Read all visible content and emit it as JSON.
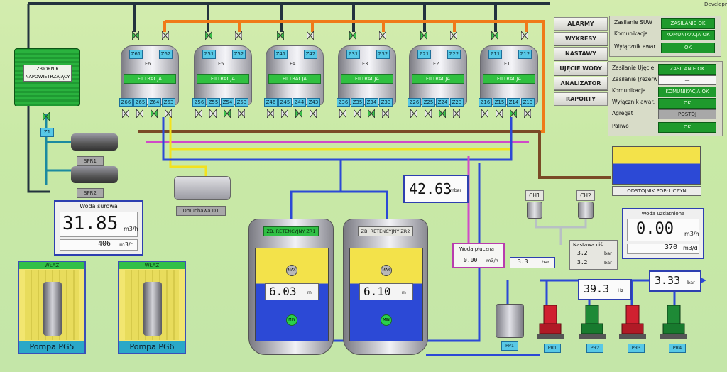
{
  "header": {
    "corner_label": "Developm"
  },
  "nav": {
    "buttons": [
      "ALARMY",
      "WYKRESY",
      "NASTAWY",
      "UJĘCIE WODY",
      "ANALIZATOR",
      "RAPORTY"
    ]
  },
  "status_suw": {
    "rows": [
      {
        "label": "Zasilanie SUW",
        "value": "ZASILANIE OK"
      },
      {
        "label": "Komunikacja",
        "value": "KOMUNIKACJA OK"
      },
      {
        "label": "Wyłącznik awar.",
        "value": "OK"
      }
    ]
  },
  "status_ujecie": {
    "rows": [
      {
        "label": "Zasilanie Ujęcie",
        "value": "ZASILANIE OK"
      },
      {
        "label": "Zasilanie (rezerwa)",
        "value": "—"
      },
      {
        "label": "Komunikacja",
        "value": "KOMUNIKACJA OK"
      },
      {
        "label": "Wyłącznik awar.",
        "value": "OK"
      },
      {
        "label": "Agregat",
        "value": "POSTÓJ"
      },
      {
        "label": "Paliwo",
        "value": "OK"
      }
    ]
  },
  "aerator_tank": {
    "label": "ZBIORNIK NAPOWIETRZAJĄCY",
    "valve_tag": "Z1"
  },
  "compressors": [
    "SPR1",
    "SPR2"
  ],
  "blower": {
    "label": "Dmuchawa D1"
  },
  "filters": [
    {
      "name": "F6",
      "label": "FILTRACJA",
      "top_tags": [
        "Z61",
        "Z62"
      ],
      "bottom_tags": [
        "Z66",
        "Z65",
        "Z64",
        "Z63"
      ]
    },
    {
      "name": "F5",
      "label": "FILTRACJA",
      "top_tags": [
        "Z51",
        "Z52"
      ],
      "bottom_tags": [
        "Z56",
        "Z55",
        "Z54",
        "Z53"
      ]
    },
    {
      "name": "F4",
      "label": "FILTRACJA",
      "top_tags": [
        "Z41",
        "Z42"
      ],
      "bottom_tags": [
        "Z46",
        "Z45",
        "Z44",
        "Z43"
      ]
    },
    {
      "name": "F3",
      "label": "FILTRACJA",
      "top_tags": [
        "Z31",
        "Z32"
      ],
      "bottom_tags": [
        "Z36",
        "Z35",
        "Z34",
        "Z33"
      ]
    },
    {
      "name": "F2",
      "label": "FILTRACJA",
      "top_tags": [
        "Z21",
        "Z22"
      ],
      "bottom_tags": [
        "Z26",
        "Z25",
        "Z24",
        "Z23"
      ]
    },
    {
      "name": "F1",
      "label": "FILTRACJA",
      "top_tags": [
        "Z11",
        "Z12"
      ],
      "bottom_tags": [
        "Z16",
        "Z15",
        "Z14",
        "Z13"
      ]
    }
  ],
  "pressure": {
    "value": "42.63",
    "unit": "mbar"
  },
  "settler": {
    "label": "ODSTOJNIK POPŁUCZYN"
  },
  "raw_water": {
    "title": "Woda surowa",
    "flow": "31.85",
    "flow_unit": "m3/h",
    "daily": "406",
    "daily_unit": "m3/d"
  },
  "treated_water": {
    "title": "Woda uzdatniona",
    "flow": "0.00",
    "flow_unit": "m3/h",
    "daily": "370",
    "daily_unit": "m3/d"
  },
  "wash_water": {
    "title": "Woda płuczna",
    "value": "0.00",
    "unit": "m3/h"
  },
  "retention_tanks": [
    {
      "label": "ZB. RETENCYJNY ZR1",
      "level": "6.03",
      "unit": "m",
      "max": "MAX",
      "min": "MIN"
    },
    {
      "label": "ZB. RETENCYJNY ZR2",
      "level": "6.10",
      "unit": "m",
      "max": "MAX",
      "min": "MIN"
    }
  ],
  "chlorine": [
    "CH1",
    "CH2"
  ],
  "pressure_set": {
    "title": "Nastawa ciś.",
    "v1": "3.2",
    "v2": "3.2",
    "unit": "bar"
  },
  "pressure_left": {
    "value": "3.3",
    "unit": "bar"
  },
  "frequency": {
    "value": "39.3",
    "unit": "Hz"
  },
  "pressure_out": {
    "value": "3.33",
    "unit": "bar"
  },
  "pumps_well": [
    {
      "label": "WŁAZ",
      "name": "Pompa PG5"
    },
    {
      "label": "WŁAZ",
      "name": "Pompa PG6"
    }
  ],
  "pump_pp1": "PP1",
  "pumps_pr": [
    "PR1",
    "PR2",
    "PR3",
    "PR4"
  ]
}
